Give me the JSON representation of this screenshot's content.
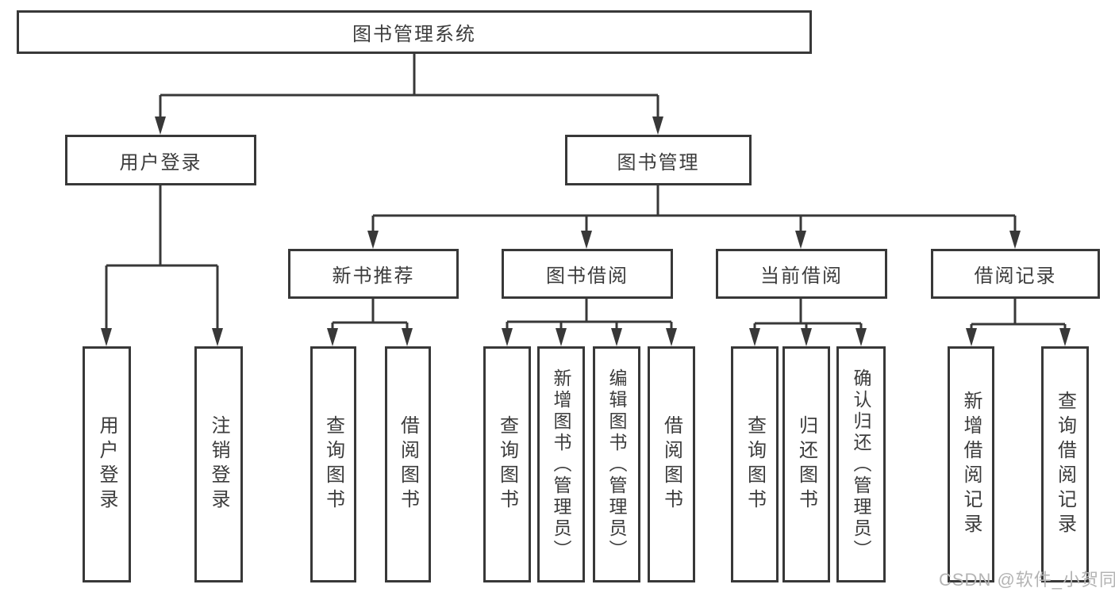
{
  "diagram": {
    "nodes": {
      "root": "图书管理系统",
      "user_login": "用户登录",
      "book_mgmt": "图书管理",
      "login": "用户登录",
      "logout": "注销登录",
      "new_rec": "新书推荐",
      "borrow": "图书借阅",
      "current": "当前借阅",
      "records": "借阅记录",
      "rec_query": "查询图书",
      "rec_borrow": "借阅图书",
      "bor_query": "查询图书",
      "bor_add": "新增图书（管理员）",
      "bor_edit": "编辑图书（管理员）",
      "bor_borrow": "借阅图书",
      "cur_query": "查询图书",
      "cur_return": "归还图书",
      "cur_confirm": "确认归还（管理员）",
      "recd_add": "新增借阅记录",
      "recd_query": "查询借阅记录"
    },
    "structure": {
      "图书管理系统": {
        "用户登录": [
          "用户登录",
          "注销登录"
        ],
        "图书管理": {
          "新书推荐": [
            "查询图书",
            "借阅图书"
          ],
          "图书借阅": [
            "查询图书",
            "新增图书（管理员）",
            "编辑图书（管理员）",
            "借阅图书"
          ],
          "当前借阅": [
            "查询图书",
            "归还图书",
            "确认归还（管理员）"
          ],
          "借阅记录": [
            "新增借阅记录",
            "查询借阅记录"
          ]
        }
      }
    }
  },
  "watermark": "CSDN @软件_小贺同学",
  "colors": {
    "line": "#383838",
    "text": "#3c3c3c",
    "background": "#ffffff",
    "watermark": "#b4b4b4"
  }
}
